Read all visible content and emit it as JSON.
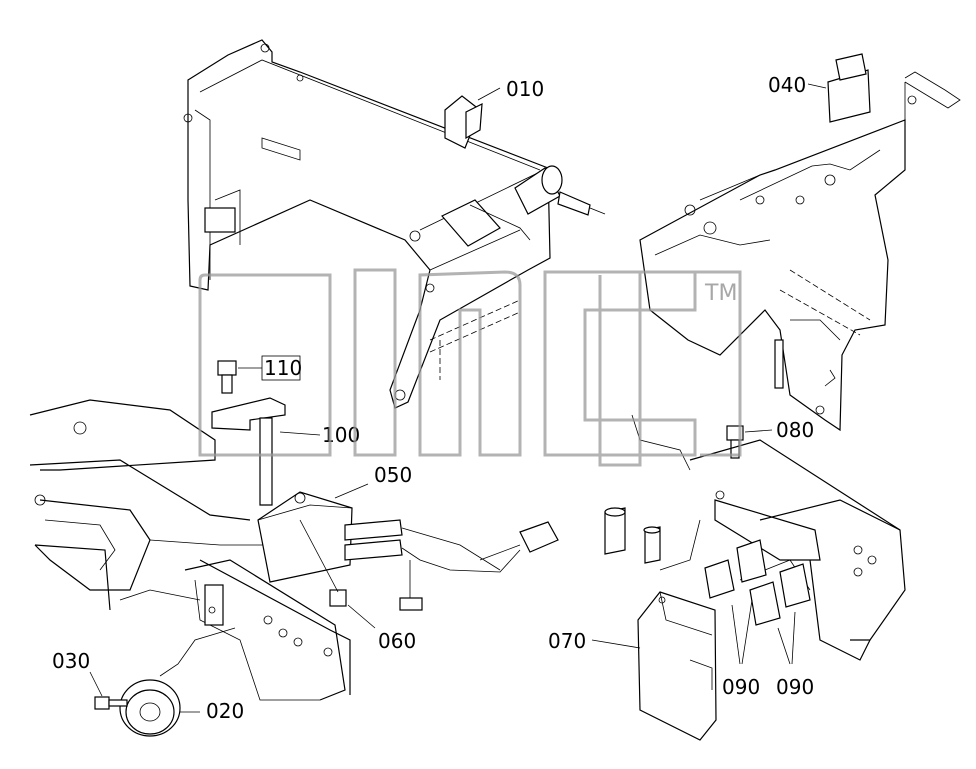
{
  "diagram": {
    "callouts": [
      {
        "id": "010",
        "label": "010"
      },
      {
        "id": "020",
        "label": "020"
      },
      {
        "id": "030",
        "label": "030"
      },
      {
        "id": "040",
        "label": "040"
      },
      {
        "id": "050",
        "label": "050"
      },
      {
        "id": "060",
        "label": "060"
      },
      {
        "id": "070",
        "label": "070"
      },
      {
        "id": "080",
        "label": "080"
      },
      {
        "id": "090a",
        "label": "090"
      },
      {
        "id": "090b",
        "label": "090"
      },
      {
        "id": "100",
        "label": "100"
      },
      {
        "id": "110",
        "label": "110"
      }
    ],
    "watermark": {
      "mark": "TM"
    }
  }
}
